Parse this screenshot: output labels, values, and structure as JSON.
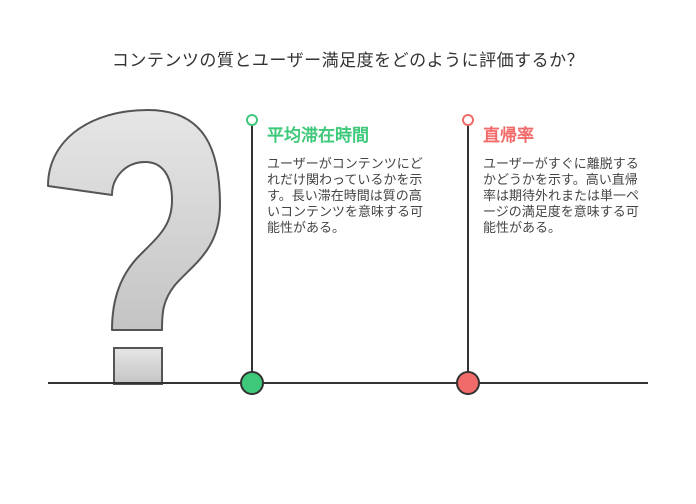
{
  "title": "コンテンツの質とユーザー満足度をどのように評価するか？",
  "metrics": [
    {
      "title": "平均滞在時間",
      "description": "ユーザーがコンテンツにどれだけ関わっているかを示す。長い滞在時間は質の高いコンテンツを意味する可能性がある。",
      "color": "#3ec97a"
    },
    {
      "title": "直帰率",
      "description": "ユーザーがすぐに離脱するかどうかを示す。高い直帰率は期待外れまたは単一ページの満足度を意味する可能性がある。",
      "color": "#f26b6b"
    }
  ],
  "colors": {
    "line": "#333333",
    "question_mark_fill_top": "#e6e6e6",
    "question_mark_fill_bottom": "#c4c4c4",
    "question_mark_stroke": "#555555"
  },
  "icons": {
    "question_mark": "question-mark-icon"
  }
}
